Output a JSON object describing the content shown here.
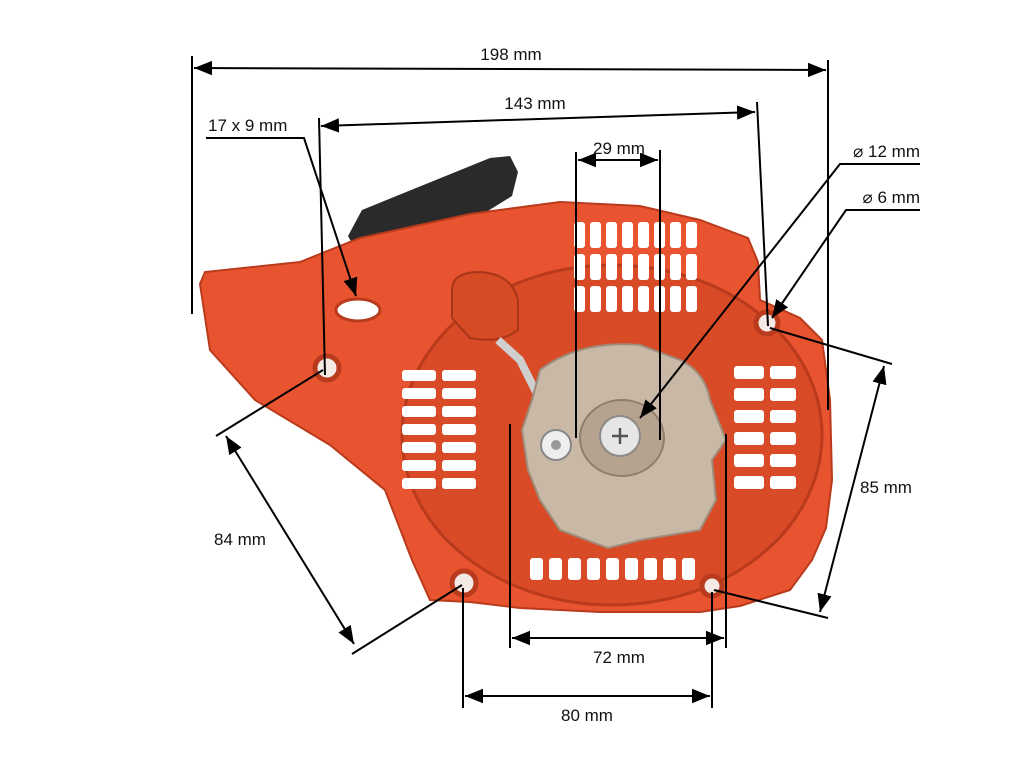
{
  "dimensions": {
    "overall_width": "198 mm",
    "mount_span": "143 mm",
    "slot_size": "17 x 9 mm",
    "center_span": "29 mm",
    "hole_large": "⌀ 12 mm",
    "hole_small": "⌀ 6 mm",
    "right_height": "85 mm",
    "left_diagonal": "84 mm",
    "inner_span": "72 mm",
    "bottom_span": "80 mm"
  },
  "colors": {
    "housing": "#e8542f",
    "housing_dark": "#b93a1c",
    "pulley": "#c9b8a5",
    "handle": "#2a2a2a",
    "line": "#000000"
  }
}
